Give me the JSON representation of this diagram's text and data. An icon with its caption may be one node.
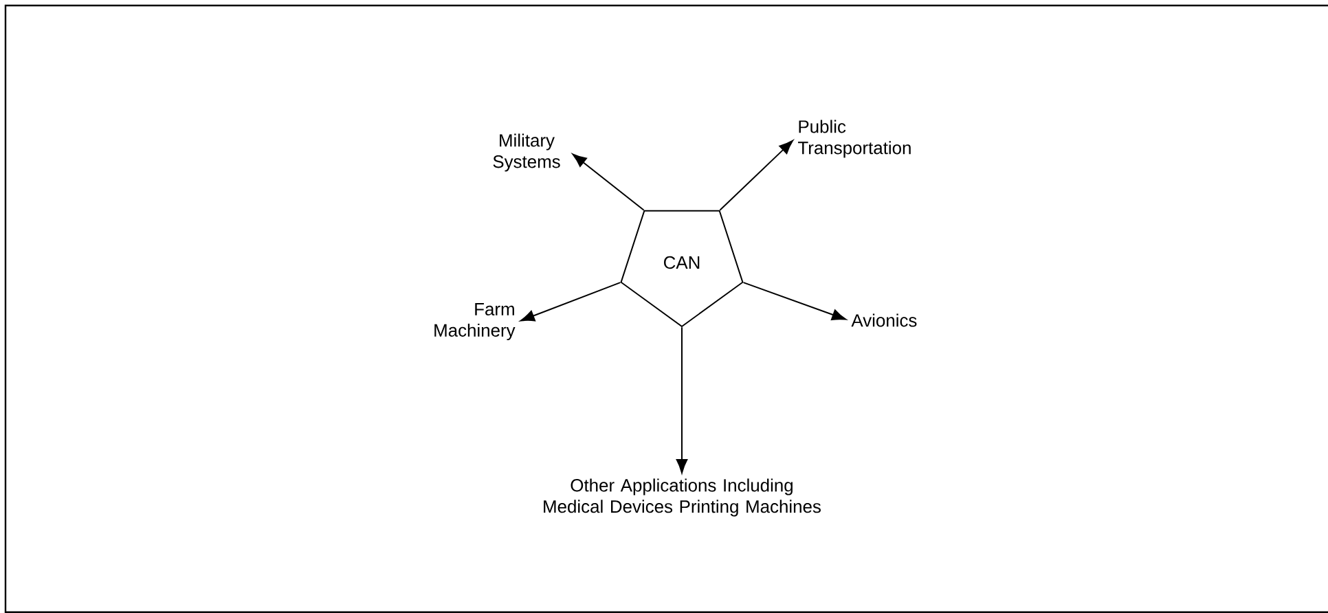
{
  "diagram": {
    "nodes": [
      {
        "text": [
          "CAN"
        ]
      },
      {
        "text": [
          "Military Systems"
        ]
      },
      {
        "text": [
          "Public Transportation"
        ]
      },
      {
        "text": [
          "Farm Machinery"
        ]
      },
      {
        "text": [
          "Avionics"
        ]
      },
      {
        "text": [
          "Other Applications Including Medical Devices Printing Machines"
        ]
      }
    ],
    "edges": [
      {
        "from": 0,
        "to": 1,
        "arrow": "to"
      },
      {
        "from": 0,
        "to": 2,
        "arrow": "to"
      },
      {
        "from": 0,
        "to": 3,
        "arrow": "to"
      },
      {
        "from": 0,
        "to": 4,
        "arrow": "to"
      },
      {
        "from": 0,
        "to": 5,
        "arrow": "to"
      }
    ]
  }
}
